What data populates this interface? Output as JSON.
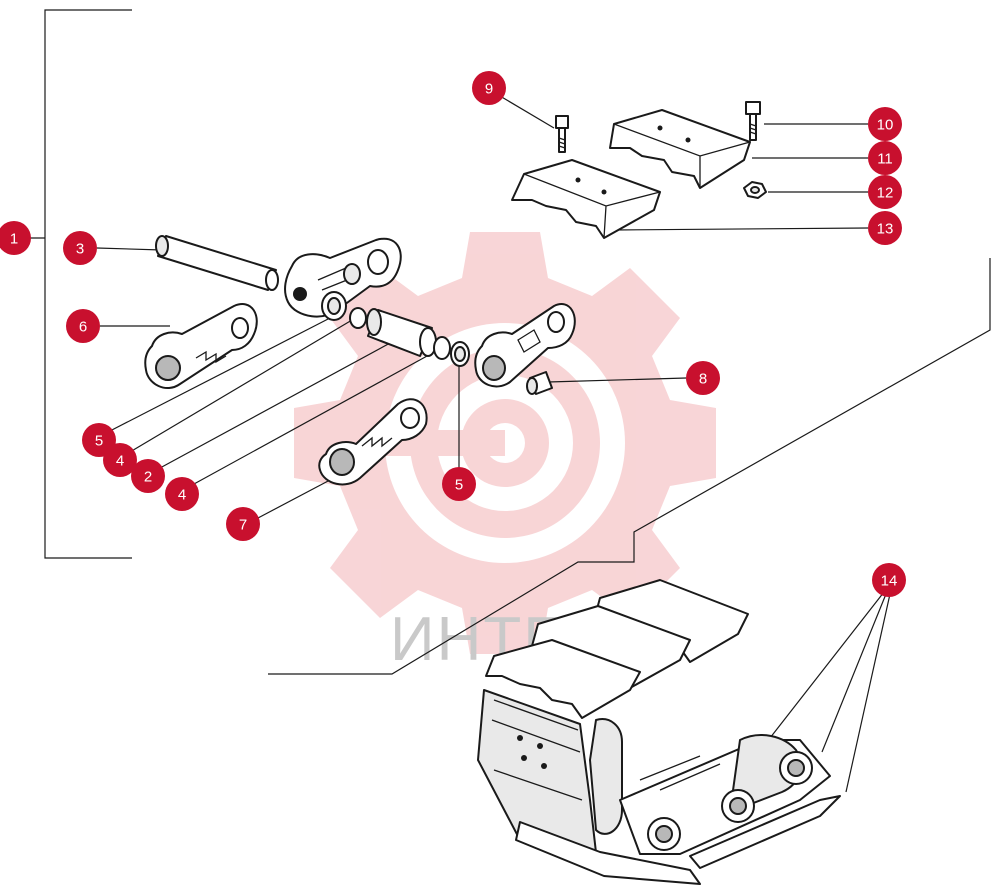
{
  "watermark": {
    "text": "ИНТЕХ",
    "gear_color": "#f6c7c9"
  },
  "callout_color": "#c8102e",
  "callouts": [
    {
      "id": "c1",
      "label": "1"
    },
    {
      "id": "c3",
      "label": "3"
    },
    {
      "id": "c6",
      "label": "6"
    },
    {
      "id": "c5a",
      "label": "5"
    },
    {
      "id": "c4a",
      "label": "4"
    },
    {
      "id": "c2",
      "label": "2"
    },
    {
      "id": "c4b",
      "label": "4"
    },
    {
      "id": "c7",
      "label": "7"
    },
    {
      "id": "c5b",
      "label": "5"
    },
    {
      "id": "c8",
      "label": "8"
    },
    {
      "id": "c9",
      "label": "9"
    },
    {
      "id": "c10",
      "label": "10"
    },
    {
      "id": "c11",
      "label": "11"
    },
    {
      "id": "c12",
      "label": "12"
    },
    {
      "id": "c13",
      "label": "13"
    },
    {
      "id": "c14",
      "label": "14"
    }
  ]
}
